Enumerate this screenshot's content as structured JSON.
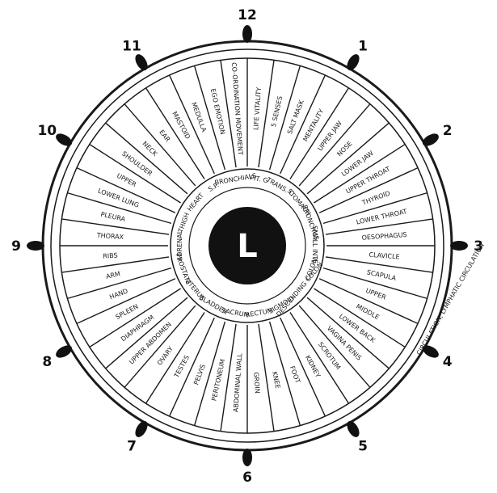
{
  "center": {
    "label": "L"
  },
  "clock": [
    "12",
    "1",
    "2",
    "3",
    "4",
    "5",
    "6",
    "7",
    "8",
    "9",
    "10",
    "11"
  ],
  "outer_band": {
    "label": "Circulation, Lymphatic Circulation"
  },
  "sectors_outer": [
    "Life Vitality",
    "5 Senses",
    "Salt Mask",
    "Mentality",
    "Upper Jaw",
    "Nose",
    "Lower Jaw",
    "Upper Throat",
    "Thyroid",
    "Lower Throat",
    "Oesophagus",
    "Clavicle",
    "Scapula",
    "Upper",
    "Middle",
    "Lower Back",
    "Vagina Penis",
    "Scrotum",
    "Kidney",
    "Foot",
    "Knee",
    "Groin",
    "Abdominal Wall",
    "Peritoneum",
    "Pelvis",
    "Testes",
    "Ovary",
    "Upper Abdomen",
    "Diaphragm",
    "Spleen",
    "Hand",
    "Arm",
    "Ribs",
    "Thorax",
    "Pleura",
    "Lower Lung",
    "Upper",
    "Shoulder",
    "Neck",
    "Ear",
    "Mastoid",
    "Medulla",
    "Ego Emotion",
    "Co-ordination Movement"
  ],
  "sectors_inner": [
    "Pit. G",
    "Trans. C.",
    "Stomach",
    "Bronchus",
    "Small Inte.",
    "Colon",
    "Descending Colon",
    "Sigmoid",
    "Rectum",
    "Sacrum",
    "Bladder",
    "Uterus",
    "Prostate",
    "Adrenal",
    "Thigh",
    "Heart",
    "S.P.",
    "Bronchials"
  ]
}
